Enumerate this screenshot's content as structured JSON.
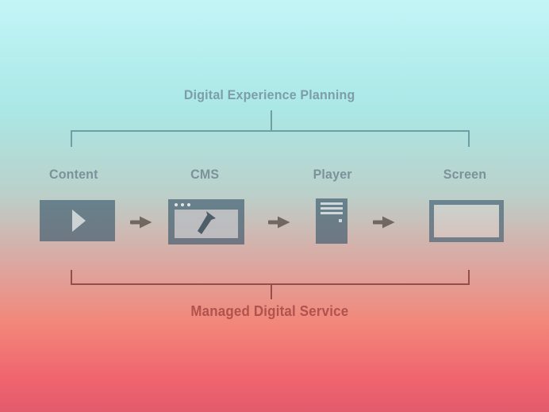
{
  "diagram": {
    "top_bracket_label": "Digital Experience Planning",
    "bottom_bracket_label": "Managed Digital Service",
    "stages": [
      {
        "label": "Content",
        "icon": "video-play-icon"
      },
      {
        "label": "CMS",
        "icon": "browser-cursor-icon"
      },
      {
        "label": "Player",
        "icon": "media-player-tower-icon"
      },
      {
        "label": "Screen",
        "icon": "display-screen-icon"
      }
    ],
    "connector_icon": "arrow-right-icon",
    "colors": {
      "background_top": "#c3f5f7",
      "background_middle": "#d8aca6",
      "background_bottom": "#e25b6c",
      "top_bracket": "#6ba0a4",
      "top_label_text": "#7d9ea9",
      "stage_label_text": "#7b929b",
      "icon_fill": "#3f6378",
      "arrow": "#675c55",
      "bottom_bracket": "#944f4d",
      "bottom_label_text": "#b0534d"
    }
  }
}
